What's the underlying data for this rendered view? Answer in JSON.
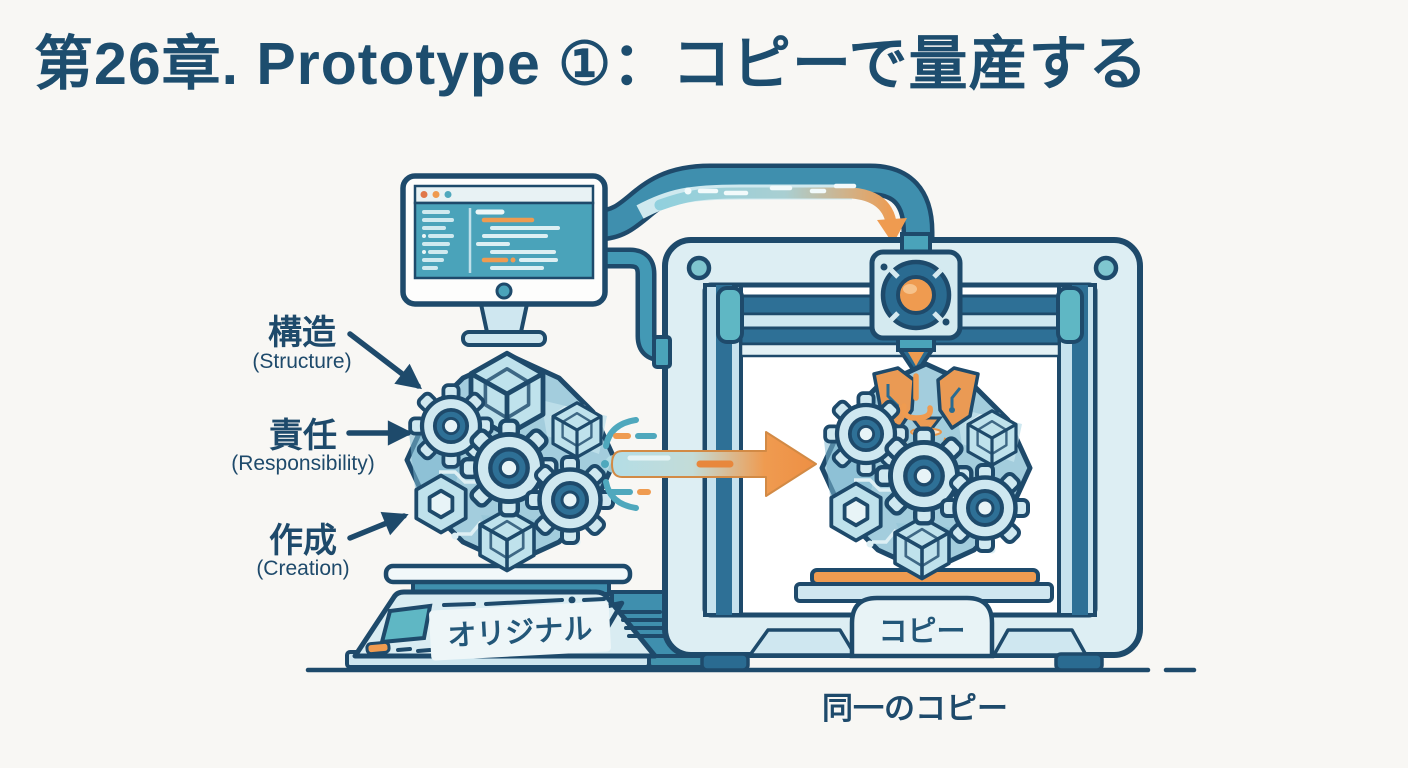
{
  "title": "第26章. Prototype ①：コピーで量産する",
  "callouts": [
    {
      "jp": "構造",
      "en": "(Structure)"
    },
    {
      "jp": "責任",
      "en": "(Responsibility)"
    },
    {
      "jp": "作成",
      "en": "(Creation)"
    }
  ],
  "labels": {
    "original": "オリジナル",
    "copy": "コピー"
  },
  "caption": "同一のコピー",
  "scene_icons": {
    "monitor": "code-editor-monitor-icon",
    "pipe": "data-flow-pipe-icon",
    "cable": "connection-cable-icon",
    "printer": "3d-printer-icon",
    "print_head": "print-head-nozzle-icon",
    "original_object": "gear-circuit-module-icon",
    "copy_object": "gear-circuit-module-copy-icon",
    "flow_arrow": "clone-flow-arrow-icon",
    "scanner": "scanner-base-icon"
  },
  "colors": {
    "background": "#f8f7f4",
    "ink": "#1e4a6b",
    "title_text": "#1d4d6e",
    "deep_blue": "#2e7096",
    "teal": "#4aa3ba",
    "light_panel": "#d9ecf2",
    "pale": "#eaf5f7",
    "orange": "#ef9b50"
  }
}
